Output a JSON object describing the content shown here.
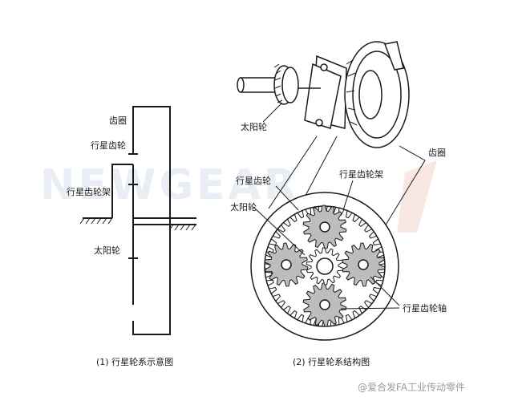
{
  "schematic": {
    "label_ring_gear": "齿圈",
    "label_planet_gear": "行星齿轮",
    "label_carrier": "行星齿轮架",
    "label_sun_gear": "太阳轮",
    "caption": "(1) 行星轮系示意图"
  },
  "structure": {
    "label_sun_gear_top": "太阳轮",
    "label_ring_gear": "齿圈",
    "label_planet_gear": "行星齿轮",
    "label_carrier": "行星齿轮架",
    "label_sun_gear": "太阳轮",
    "label_planet_shaft": "行星齿轮轴",
    "caption": "(2) 行星轮系结构图"
  },
  "watermark": {
    "text": "@爱合发FA工业传动零件",
    "logo_text": "NEWGEAR"
  },
  "colors": {
    "line": "#1a1a1a",
    "gear_fill": "#bdbdbd",
    "watermark": "#9a9a9a",
    "ghost_logo": "#e9eef5",
    "accent_logo": "#f4d7d0"
  }
}
